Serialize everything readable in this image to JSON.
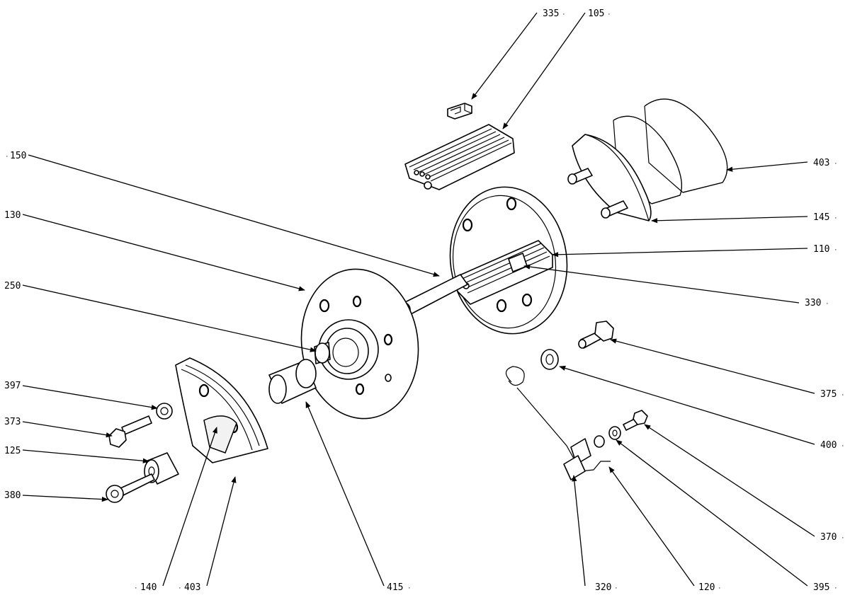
{
  "diagram": {
    "callouts": [
      {
        "id": "335",
        "text": "335"
      },
      {
        "id": "105",
        "text": "105"
      },
      {
        "id": "150",
        "text": "150"
      },
      {
        "id": "403a",
        "text": "403"
      },
      {
        "id": "130",
        "text": "130"
      },
      {
        "id": "145",
        "text": "145"
      },
      {
        "id": "110",
        "text": "110"
      },
      {
        "id": "250",
        "text": "250"
      },
      {
        "id": "330",
        "text": "330"
      },
      {
        "id": "397",
        "text": "397"
      },
      {
        "id": "375",
        "text": "375"
      },
      {
        "id": "373",
        "text": "373"
      },
      {
        "id": "400",
        "text": "400"
      },
      {
        "id": "125",
        "text": "125"
      },
      {
        "id": "380",
        "text": "380"
      },
      {
        "id": "370",
        "text": "370"
      },
      {
        "id": "140",
        "text": "140"
      },
      {
        "id": "403b",
        "text": "403"
      },
      {
        "id": "415",
        "text": "415"
      },
      {
        "id": "320",
        "text": "320"
      },
      {
        "id": "120",
        "text": "120"
      },
      {
        "id": "395",
        "text": "395"
      }
    ]
  }
}
